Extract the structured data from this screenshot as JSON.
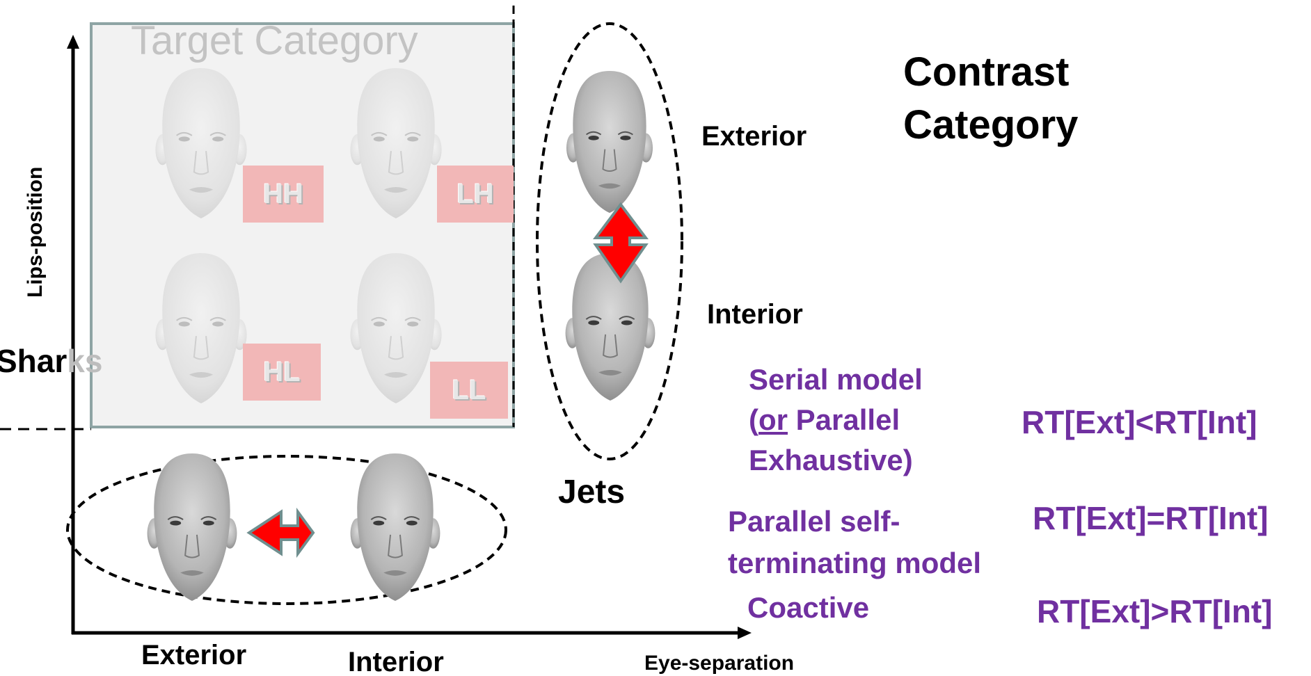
{
  "target_category": {
    "title": "Target Category",
    "badges": [
      "HH",
      "LH",
      "HL",
      "LL"
    ]
  },
  "axes": {
    "y_label": "Lips-position",
    "x_label": "Eye-separation"
  },
  "labels": {
    "sharks_visible": "Shar",
    "sharks_faded": "ks",
    "jets": "Jets",
    "exterior_right": "Exterior",
    "interior_right": "Interior",
    "exterior_bottom": "Exterior",
    "interior_bottom": "Interior"
  },
  "contrast_category": {
    "line1": "Contrast",
    "line2": "Category"
  },
  "models": {
    "serial_line1": "Serial model",
    "serial_or": "or",
    "serial_parallel_prefix": "(",
    "serial_parallel_suffix": " Parallel",
    "serial_line3": "Exhaustive)",
    "serial_rt": "RT[Ext]<RT[Int]",
    "parallel_line1": "Parallel self-",
    "parallel_line2": "terminating model",
    "parallel_rt": "RT[Ext]=RT[Int]",
    "coactive": "Coactive",
    "coactive_rt": "RT[Ext]>RT[Int]"
  },
  "colors": {
    "purple": "#7030a0",
    "arrow_red": "#ff0000",
    "badge_pink": "#f2b7b7",
    "box_border": "#8ea4a4"
  }
}
